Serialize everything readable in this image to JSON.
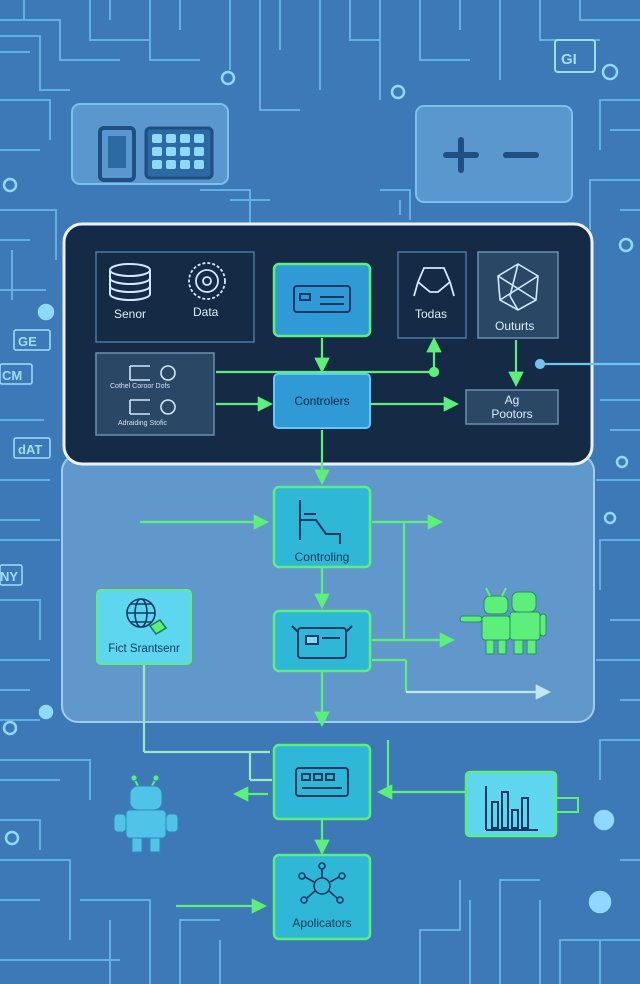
{
  "colors": {
    "background": "#3d79b6",
    "circuit": "#6fc3f0",
    "flow": "#5cf07a",
    "dark_panel": "#152a44",
    "node_fill": "#2f9ad6",
    "node_stroke": "#5cf07a",
    "light_panel": "#7fb3df"
  },
  "side_labels": {
    "top_right": "GI",
    "left_ge": "GE",
    "left_cm": "CM",
    "left_dat": "dAT",
    "left_ny": "NY"
  },
  "top_panel": {
    "sensor_label": "Senor",
    "data_label": "Data",
    "todas_label": "Todas",
    "outputs_label": "Outurts",
    "controllers_label": "Controlers",
    "control_line_1": "Cothel Coroor Dofs",
    "control_line_2": "Adraiding Stofic",
    "ag_line_1": "Ag",
    "ag_line_2": "Pootors"
  },
  "flow": {
    "controlling_label": "Controling",
    "fict_label": "Fict Srantsenr",
    "applicators_label": "Apolicators"
  },
  "icons": [
    "phone-icon",
    "keypad-icon",
    "battery-icon",
    "database-icon",
    "data-chip-icon",
    "camera-icon",
    "drone-icon",
    "polyhedron-icon",
    "graph-icon",
    "globe-icon",
    "monitor-icon",
    "robot-icon",
    "network-icon",
    "bar-chart-icon"
  ]
}
